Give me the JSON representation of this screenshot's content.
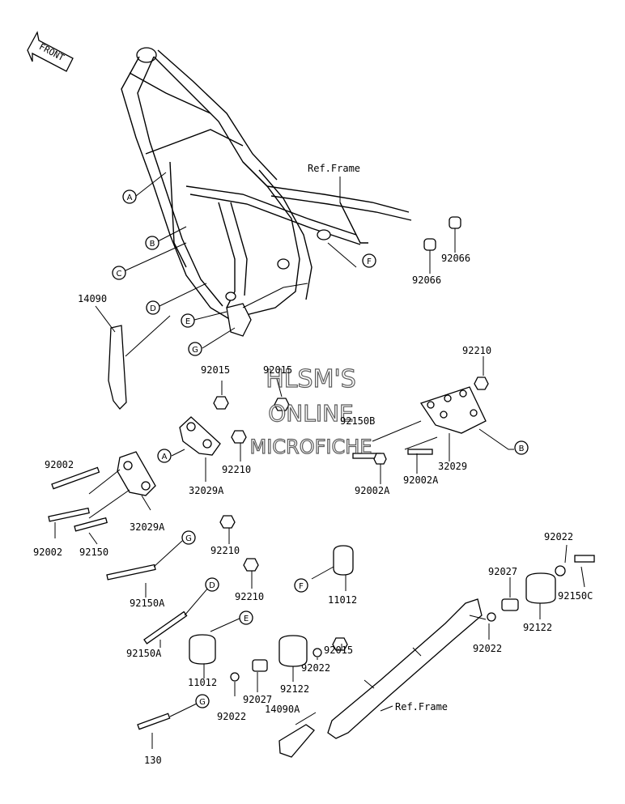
{
  "front_arrow": {
    "label": "FRONT"
  },
  "watermark": {
    "line1": "HLSM'S",
    "line2": "ONLINE",
    "line3": "MICROFICHE"
  },
  "refs": {
    "frame_top": "Ref.Frame",
    "frame_bottom": "Ref.Frame"
  },
  "callouts": {
    "A": "A",
    "B": "B",
    "C": "C",
    "D": "D",
    "E": "E",
    "F": "F",
    "G": "G"
  },
  "parts": {
    "p14090": "14090",
    "p92066a": "92066",
    "p92066b": "92066",
    "p92210_top": "92210",
    "p92015a": "92015",
    "p92015b": "92015",
    "p92150B": "92150B",
    "p92002": "92002",
    "p92210_mid": "92210",
    "p32029A_mid": "32029A",
    "p32029": "32029",
    "p92002A_a": "92002A",
    "p92002A_b": "92002A",
    "p32029A_low": "32029A",
    "p92002_low": "92002",
    "p92150": "92150",
    "p92210_g": "92210",
    "p92150A_a": "92150A",
    "p92210_d": "92210",
    "p11012_f": "11012",
    "p92022_r": "92022",
    "p92027_r": "92027",
    "p92150C": "92150C",
    "p92122_r": "92122",
    "p92022_r2": "92022",
    "p92150A_b": "92150A",
    "p92015_c": "92015",
    "p92022_c": "92022",
    "p11012_e": "11012",
    "p92122_c": "92122",
    "p92027_c": "92027",
    "p92022_g": "92022",
    "p14090A": "14090A",
    "p130": "130"
  }
}
